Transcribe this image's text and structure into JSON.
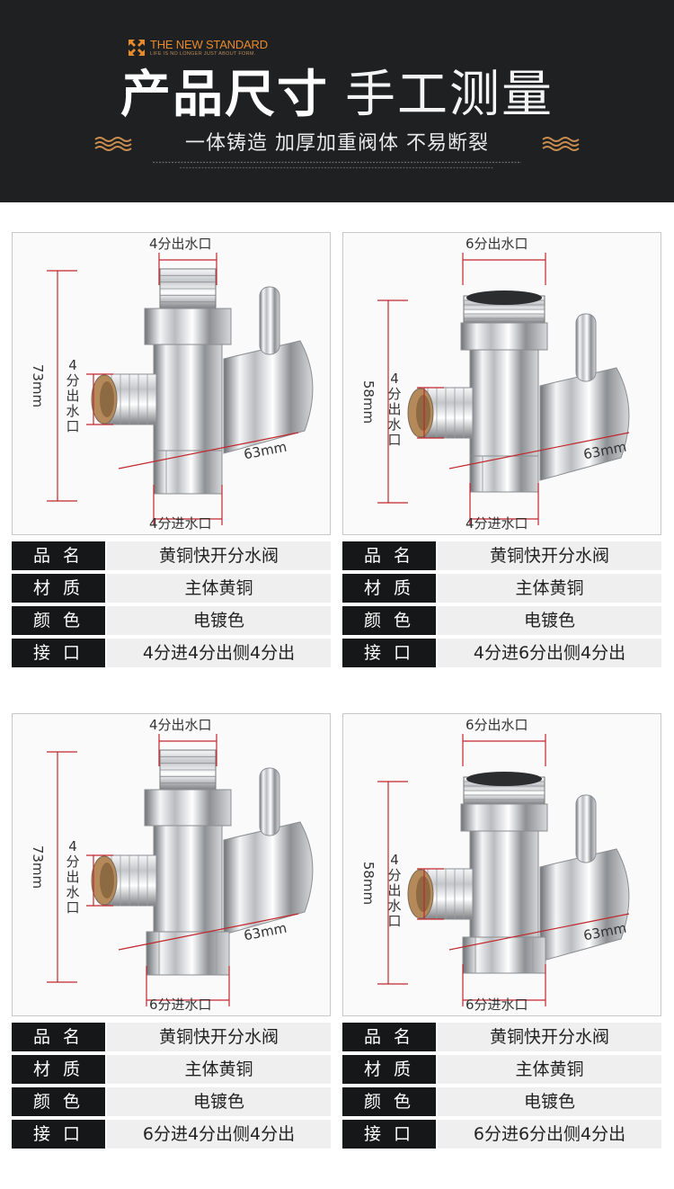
{
  "header": {
    "brand_title": "THE NEW STANDARD",
    "brand_subtitle": "LIFE IS NO LONGER JUST ABOUT FORM.",
    "headline_bold": "产品尺寸",
    "headline_thin": "手工测量",
    "tagline": "一体铸造 加厚加重阀体 不易断裂"
  },
  "colors": {
    "header_bg": "#1e2022",
    "brand_orange": "#e88a2a",
    "dimension_line": "#c0272d",
    "spec_key_bg": "#161718",
    "spec_value_bg": "#efefef"
  },
  "spec_labels": {
    "name": "品 名",
    "material": "材 质",
    "color": "颜 色",
    "port": "接 口"
  },
  "products": [
    {
      "top_outlet": "4分出水口",
      "side_outlet": "4分出水口",
      "inlet": "4分进水口",
      "height": "73mm",
      "width": "63mm",
      "name": "黄铜快开分水阀",
      "material": "主体黄铜",
      "color": "电镀色",
      "port": "4分进4分出侧4分出"
    },
    {
      "top_outlet": "6分出水口",
      "side_outlet": "4分出水口",
      "inlet": "4分进水口",
      "height": "58mm",
      "width": "63mm",
      "name": "黄铜快开分水阀",
      "material": "主体黄铜",
      "color": "电镀色",
      "port": "4分进6分出侧4分出"
    },
    {
      "top_outlet": "4分出水口",
      "side_outlet": "4分出水口",
      "inlet": "6分进水口",
      "height": "73mm",
      "width": "63mm",
      "name": "黄铜快开分水阀",
      "material": "主体黄铜",
      "color": "电镀色",
      "port": "6分进4分出侧4分出"
    },
    {
      "top_outlet": "6分出水口",
      "side_outlet": "4分出水口",
      "inlet": "6分进水口",
      "height": "58mm",
      "width": "63mm",
      "name": "黄铜快开分水阀",
      "material": "主体黄铜",
      "color": "电镀色",
      "port": "6分进6分出侧4分出"
    }
  ]
}
